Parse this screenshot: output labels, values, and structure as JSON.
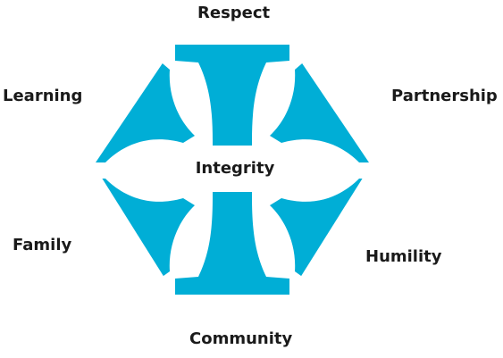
{
  "colors": {
    "accent": "#00aed6",
    "text": "#1a1a1a",
    "background": "#ffffff"
  },
  "diagram": {
    "center": "Integrity",
    "values": {
      "top": "Respect",
      "upper_left": "Learning",
      "upper_right": "Partnership",
      "lower_left": "Family",
      "lower_right": "Humility",
      "bottom": "Community"
    }
  }
}
